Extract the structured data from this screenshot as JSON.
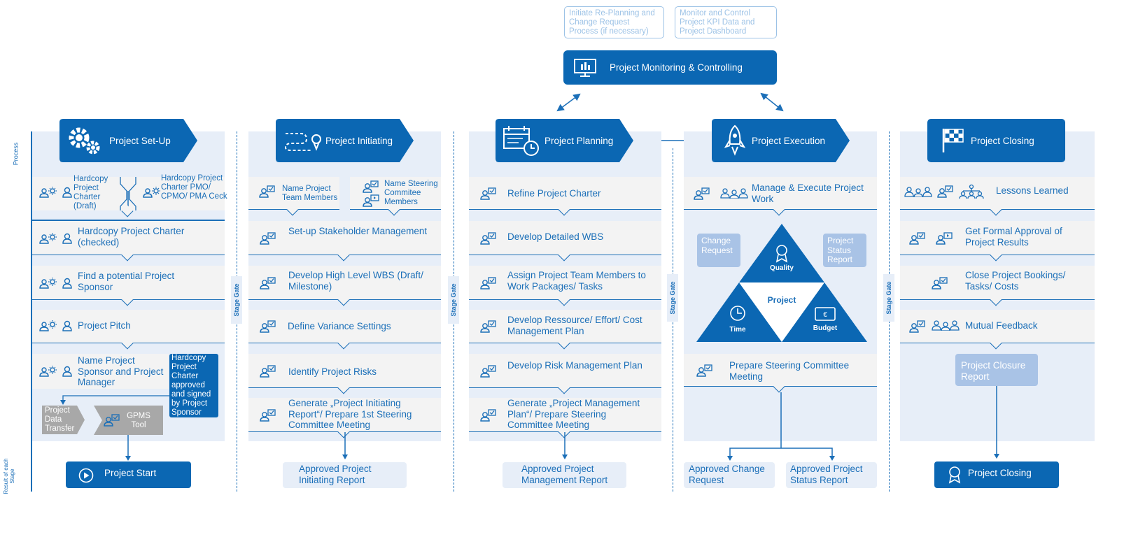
{
  "top": {
    "ghost_left": "Initiate Re-Planning and Change Request Process (if necessary)",
    "ghost_right": "Monitor and Control Project KPI Data and Project Dashboard",
    "monitoring_title": "Project Monitoring & Controlling"
  },
  "side_labels": {
    "process": "Process",
    "result": "Result of each Stage"
  },
  "stage_gate": "Stage Gate",
  "setup": {
    "title": "Project Set-Up",
    "row1_left": "Hardcopy Project Charter (Draft)",
    "row1_right": "Hardcopy Project Charter PMO/ CPMO/ PMA Ceck",
    "rows": [
      "Hardcopy Project Charter (checked)",
      "Find a potential Project Sponsor",
      "Project Pitch",
      "Name Project Sponsor and Project Manager"
    ],
    "approved_box": "Hardcopy Project Charter approved and signed by Project Sponsor",
    "data_transfer": "Project Data Transfer",
    "gpms": "GPMS Tool",
    "result": "Project Start"
  },
  "initiating": {
    "title": "Project Initiating",
    "row1_left": "Name Project Team Members",
    "row1_right": "Name Steering Commitee Members",
    "rows": [
      "Set-up Stakeholder Management",
      "Develop High Level WBS (Draft/ Milestone)",
      "Define Variance Settings",
      "Identify Project Risks",
      "Generate „Project Initiating Report“/ Prepare 1st Steering Committee Meeting"
    ],
    "result": "Approved Project Initiating Report"
  },
  "planning": {
    "title": "Project Planning",
    "rows": [
      "Refine Project Charter",
      "Develop Detailed WBS",
      "Assign Project Team Members to Work Packages/ Tasks",
      "Develop Ressource/ Effort/ Cost Management Plan",
      "Develop Risk Management Plan",
      "Generate „Project Management Plan“/ Prepare Steering Committee Meeting"
    ],
    "result": "Approved Project Management Report"
  },
  "execution": {
    "title": "Project Execution",
    "row1": "Manage & Execute Project Work",
    "change_request": "Change Request",
    "status_report": "Project Status Report",
    "triangle": {
      "top": "Quality",
      "center": "Project",
      "left": "Time",
      "right": "Budget"
    },
    "steering": "Prepare Steering Committee Meeting",
    "result_left": "Approved Change Request",
    "result_right": "Approved Project Status Report"
  },
  "closing": {
    "title": "Project Closing",
    "rows": [
      "Lessons Learned",
      "Get Formal Approval of Project Results",
      "Close Project Bookings/ Tasks/ Costs",
      "Mutual Feedback"
    ],
    "closure_report": "Project Closure Report",
    "result": "Project Closing"
  },
  "colors": {
    "primary": "#0b67b3",
    "light": "#e7eef8",
    "row": "#f3f3f3",
    "muted": "#a9c3e6"
  }
}
